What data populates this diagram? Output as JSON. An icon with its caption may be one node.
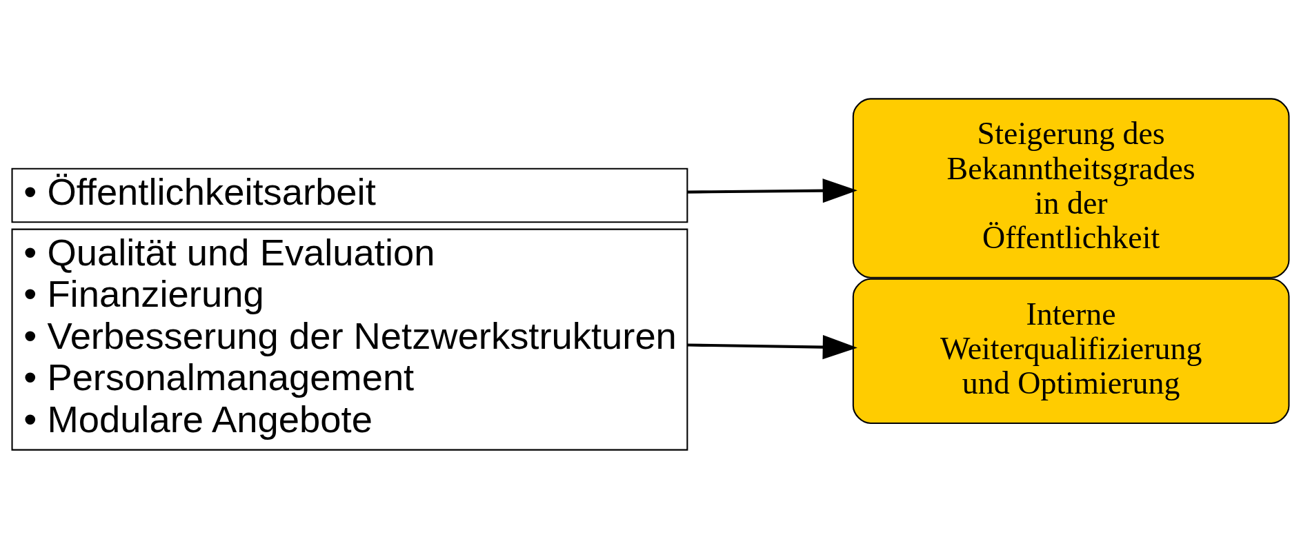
{
  "diagram": {
    "nodes": [
      {
        "text": [
          "• Öffentlichkeitsarbeit"
        ]
      },
      {
        "text": [
          "• Qualität und Evaluation",
          "• Finanzierung",
          "• Verbesserung der Netzwerkstrukturen",
          "• Personalmanagement",
          "• Modulare Angebote"
        ]
      },
      {
        "text": [
          "Steigerung des Bekanntheitsgrades in der Öffentlichkeit"
        ]
      },
      {
        "text": [
          "Interne Weiterqualifizierung und Optimierung"
        ]
      }
    ],
    "edges": [
      {
        "from": 0,
        "to": 2,
        "arrow": "to"
      },
      {
        "from": 1,
        "to": 3,
        "arrow": "to"
      }
    ]
  }
}
